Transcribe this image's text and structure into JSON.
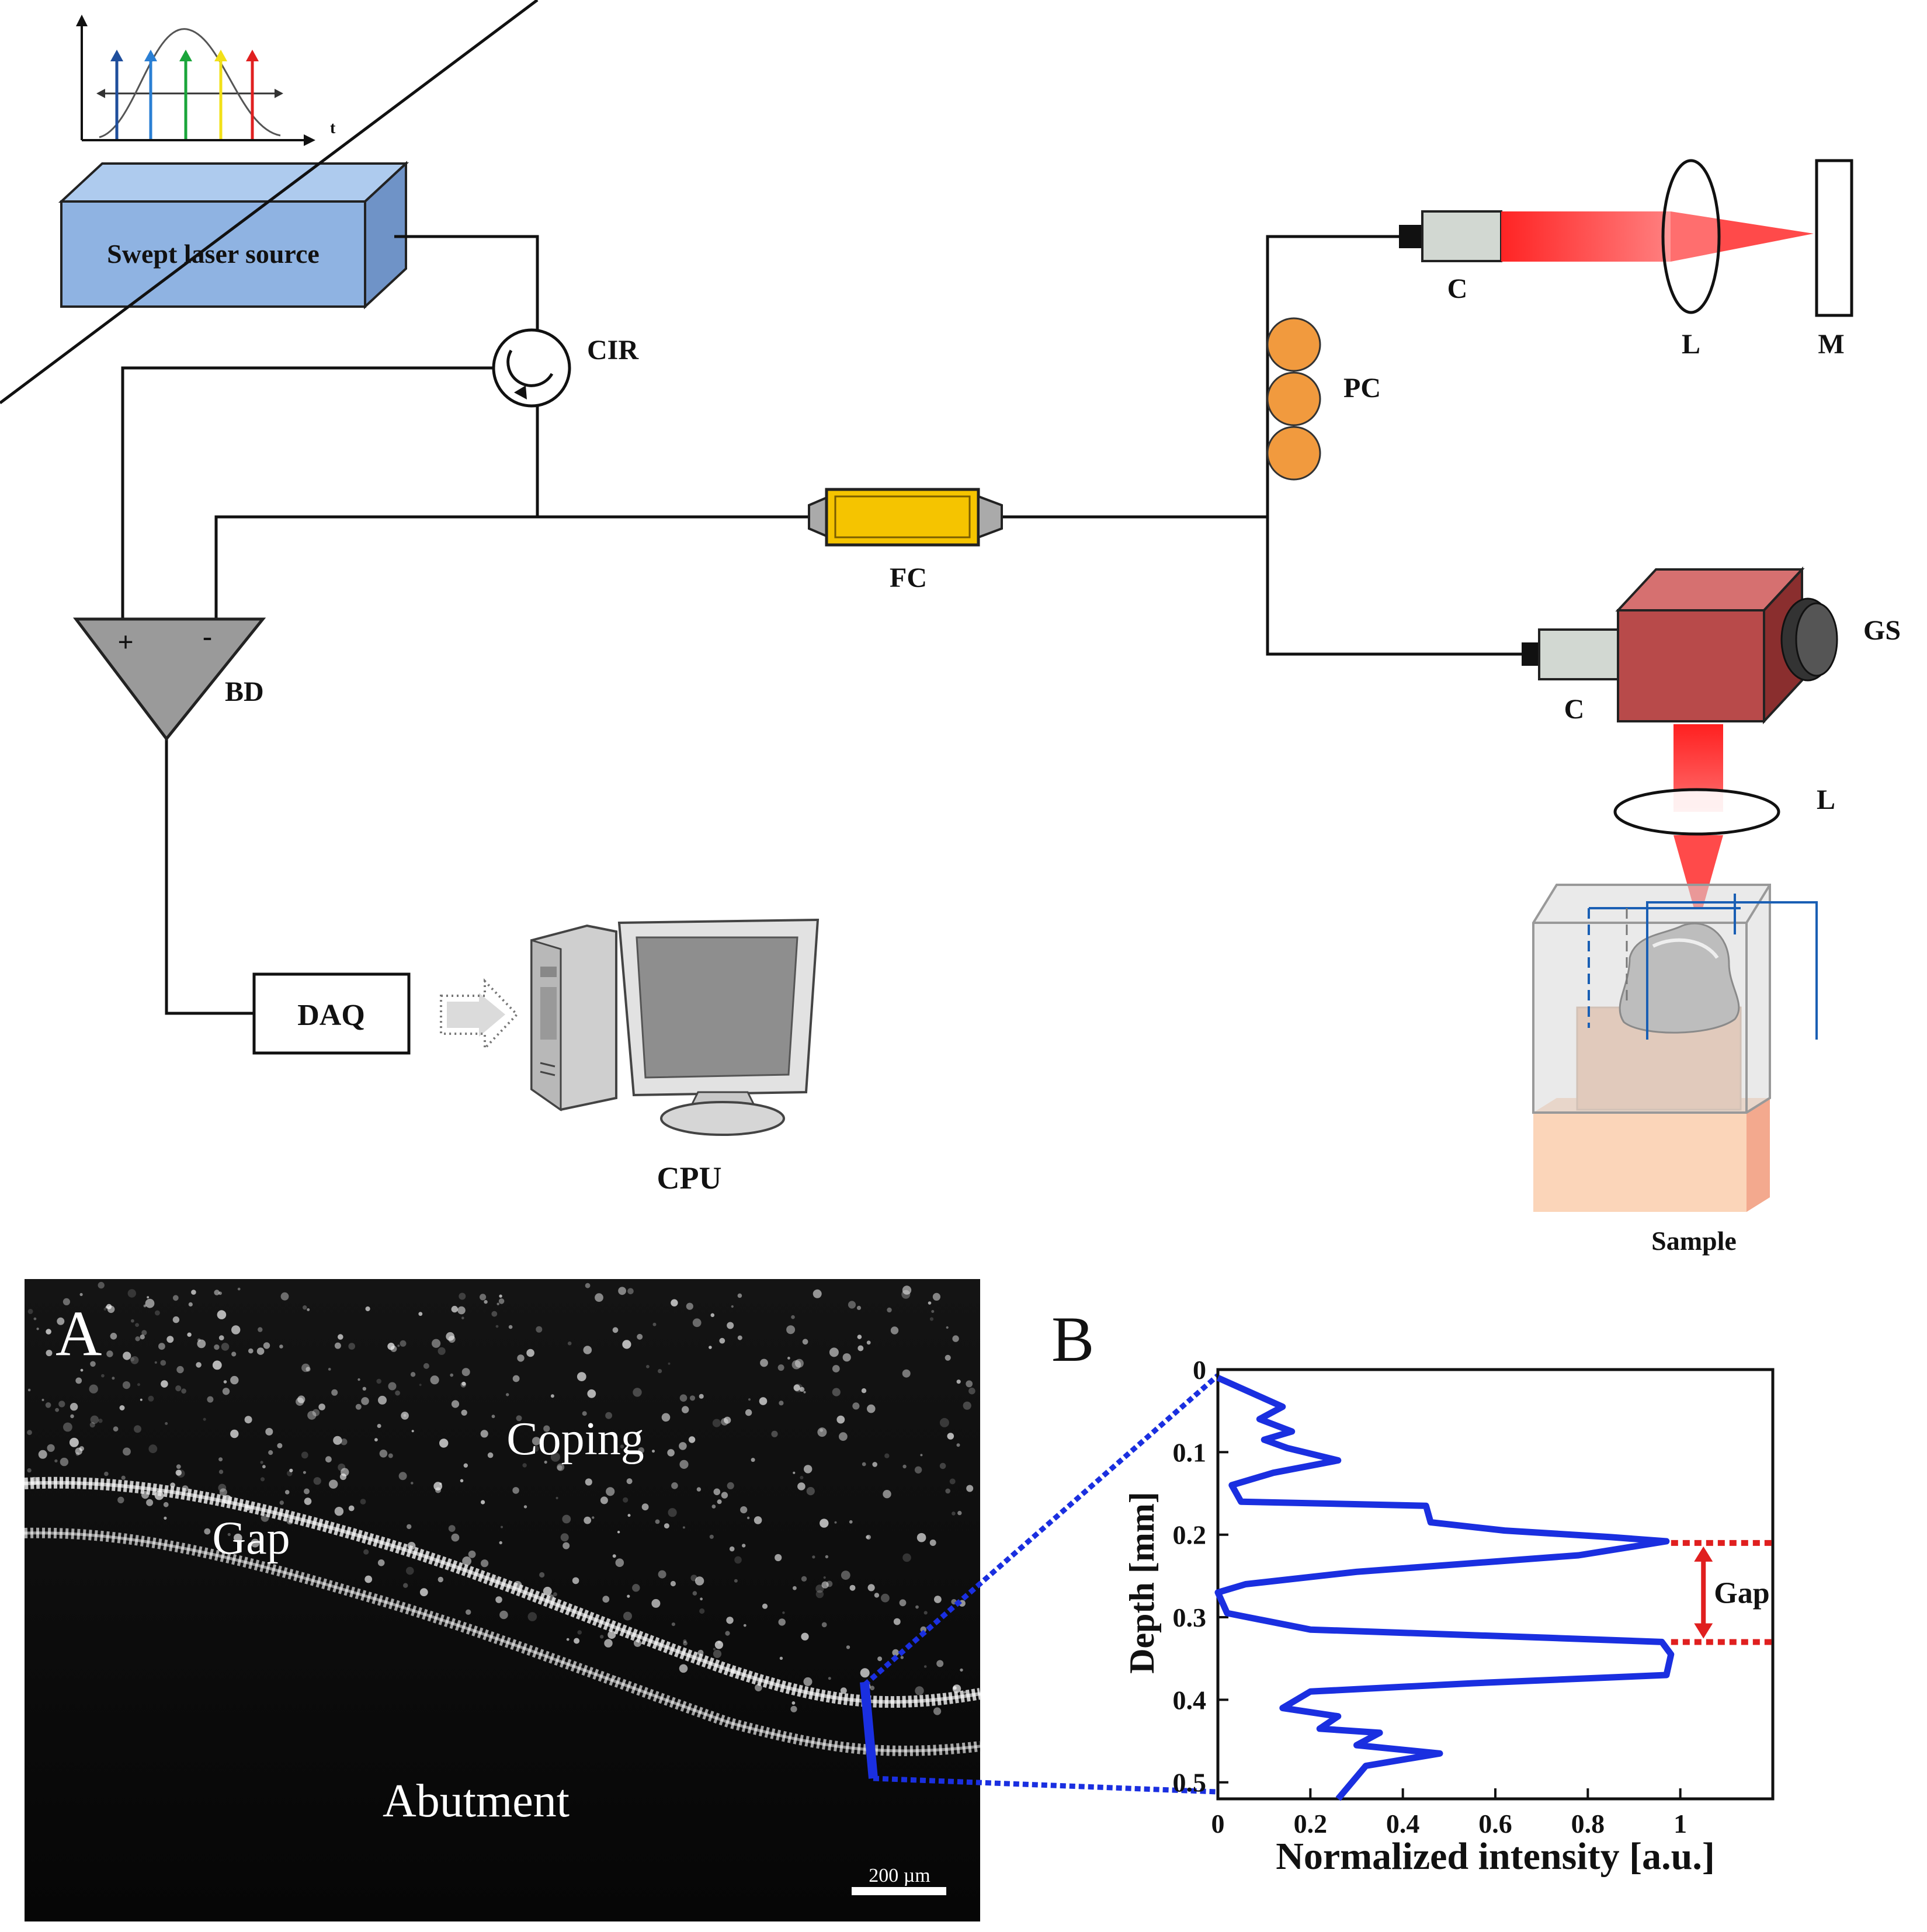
{
  "setup": {
    "laser": {
      "label": "Swept laser source",
      "spectrum_axis_label": "t"
    },
    "labels": {
      "circulator": "CIR",
      "coupler": "FC",
      "polarization_controller": "PC",
      "balanced_detector": "BD",
      "bd_plus": "+",
      "bd_minus": "-",
      "daq": "DAQ",
      "cpu": "CPU",
      "collimator_ref": "C",
      "lens_ref": "L",
      "mirror": "M",
      "collimator_sample": "C",
      "galvo_scanner": "GS",
      "lens_sample": "L",
      "sample": "Sample"
    },
    "spectrum_colors": [
      "#1f4e9c",
      "#2a7fd4",
      "#1aa53a",
      "#f2e018",
      "#e02020"
    ],
    "colors": {
      "laser_box": "#8fb3e2",
      "coupler": "#f5c400",
      "pc_paddles": "#f19a3e",
      "detector": "#9a9a9a",
      "scanner": "#b84a4a",
      "beam": "#ff1a1a",
      "trace": "#1a2fe0",
      "gap_marker": "#e01f1f"
    }
  },
  "panel_a": {
    "letter": "A",
    "labels": {
      "coping": "Coping",
      "gap": "Gap",
      "abutment": "Abutment"
    },
    "scalebar": "200 µm"
  },
  "panel_b": {
    "letter": "B",
    "gap_label": "Gap"
  },
  "chart_data": {
    "type": "line",
    "title": "",
    "xlabel": "Normalized intensity [a.u.]",
    "ylabel": "Depth [mm]",
    "xlim": [
      0,
      1.2
    ],
    "ylim": [
      0,
      0.52
    ],
    "y_inverted": true,
    "xticks": [
      "0",
      "0.2",
      "0.4",
      "0.6",
      "0.8",
      "1"
    ],
    "yticks": [
      "0",
      "0.1",
      "0.2",
      "0.3",
      "0.4",
      "0.5"
    ],
    "series": [
      {
        "x": [
          0.0,
          0.08,
          0.14,
          0.09,
          0.16,
          0.1,
          0.15,
          0.26,
          0.12,
          0.03,
          0.05,
          0.45,
          0.46,
          0.62,
          0.85,
          0.97,
          0.78,
          0.3,
          0.06,
          0.0,
          0.02,
          0.2,
          0.72,
          0.96,
          0.98,
          0.97,
          0.55,
          0.2,
          0.14,
          0.26,
          0.22,
          0.35,
          0.3,
          0.48,
          0.32,
          0.26
        ],
        "y": [
          0.01,
          0.03,
          0.045,
          0.06,
          0.075,
          0.085,
          0.095,
          0.11,
          0.125,
          0.14,
          0.16,
          0.165,
          0.185,
          0.195,
          0.203,
          0.208,
          0.225,
          0.245,
          0.26,
          0.27,
          0.295,
          0.315,
          0.325,
          0.33,
          0.345,
          0.37,
          0.38,
          0.39,
          0.41,
          0.42,
          0.435,
          0.44,
          0.455,
          0.465,
          0.48,
          0.52
        ]
      }
    ],
    "gap": {
      "y_top": 0.21,
      "y_bottom": 0.33
    },
    "grid": false
  }
}
